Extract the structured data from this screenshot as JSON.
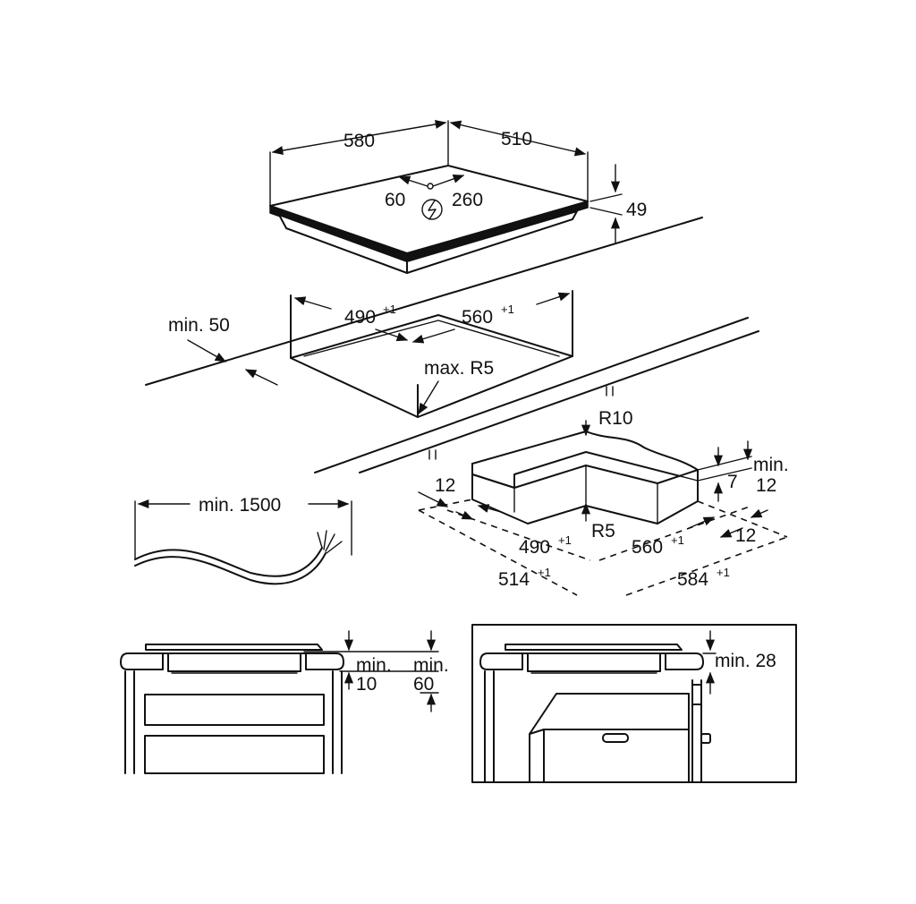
{
  "hob": {
    "width": "580",
    "depth": "510",
    "height": "49",
    "conn_left": "60",
    "conn_right": "260",
    "power_symbol": "lightning-circle-icon"
  },
  "cutout": {
    "width": "490",
    "width_tol": "+1",
    "depth": "560",
    "depth_tol": "+1",
    "edge_clearance": "min. 50",
    "corner_radius": "max. R5"
  },
  "cable": {
    "length": "min. 1500"
  },
  "frame": {
    "corner_radius_top": "R10",
    "corner_radius_inner": "R5",
    "left_flange": "12",
    "height_7": "7",
    "min_label": "min.",
    "min_value": "12",
    "right_flange": "12",
    "width": "490",
    "width_tol": "+1",
    "depth": "560",
    "depth_tol": "+1",
    "outer_width": "514",
    "outer_width_tol": "+1",
    "outer_depth": "584",
    "outer_depth_tol": "+1"
  },
  "drawer_view": {
    "min_label_a": "min.",
    "min_value_a": "10",
    "min_label_b": "min.",
    "min_value_b": "60"
  },
  "oven_view": {
    "clearance": "min. 28"
  }
}
